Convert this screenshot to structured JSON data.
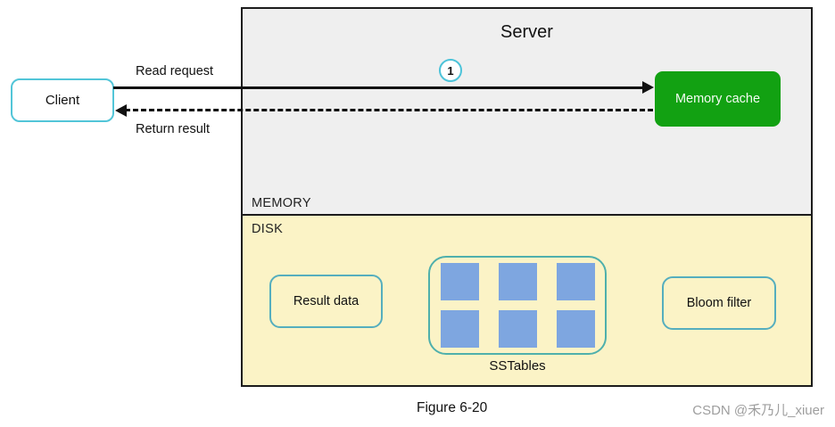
{
  "client": {
    "label": "Client"
  },
  "server": {
    "title": "Server",
    "memory_label": "MEMORY",
    "disk_label": "DISK",
    "memory_cache": {
      "label": "Memory cache"
    },
    "disk": {
      "result_data": {
        "label": "Result data"
      },
      "sstables": {
        "label": "SSTables",
        "square_count": 6,
        "rows": 2,
        "columns": 3
      },
      "bloom_filter": {
        "label": "Bloom filter"
      }
    }
  },
  "arrows": {
    "read_request": {
      "label": "Read request",
      "step": "1",
      "style": "solid",
      "direction": "client-to-memory-cache"
    },
    "return_result": {
      "label": "Return result",
      "style": "dashed",
      "direction": "memory-cache-to-client"
    }
  },
  "caption": "Figure 6-20",
  "watermark": "CSDN @禾乃儿_xiuer",
  "colors": {
    "memory_bg": "#efefef",
    "disk_bg": "#fbf3c6",
    "server_border": "#1c1c1c",
    "client_border": "#52c5d8",
    "box_border": "#55aebe",
    "sstable_border": "#4fb0ac",
    "badge_border": "#4cc3d9",
    "cache_green": "#12a112",
    "square_blue": "#7ea6e0",
    "arrow_black": "#111111",
    "watermark_gray": "#9e9e9e"
  }
}
